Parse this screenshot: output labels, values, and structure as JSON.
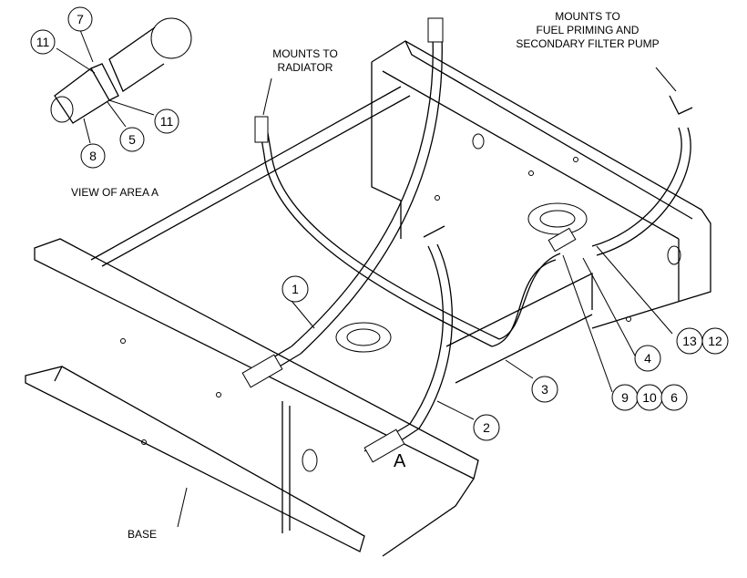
{
  "labels": {
    "view_title": "VIEW OF AREA A",
    "radiator": [
      "MOUNTS TO",
      "RADIATOR"
    ],
    "fuel_pump": [
      "MOUNTS TO",
      "FUEL PRIMING AND",
      "SECONDARY FILTER PUMP"
    ],
    "area_marker": "A",
    "base": "BASE"
  },
  "callouts": [
    {
      "id": "c7",
      "num": "7"
    },
    {
      "id": "c11a",
      "num": "11"
    },
    {
      "id": "c11b",
      "num": "11"
    },
    {
      "id": "c5",
      "num": "5"
    },
    {
      "id": "c8",
      "num": "8"
    },
    {
      "id": "c1",
      "num": "1"
    },
    {
      "id": "c2",
      "num": "2"
    },
    {
      "id": "c3",
      "num": "3"
    },
    {
      "id": "c4",
      "num": "4"
    },
    {
      "id": "c9",
      "num": "9"
    },
    {
      "id": "c10",
      "num": "10"
    },
    {
      "id": "c6",
      "num": "6"
    },
    {
      "id": "c13",
      "num": "13"
    },
    {
      "id": "c12",
      "num": "12"
    }
  ]
}
